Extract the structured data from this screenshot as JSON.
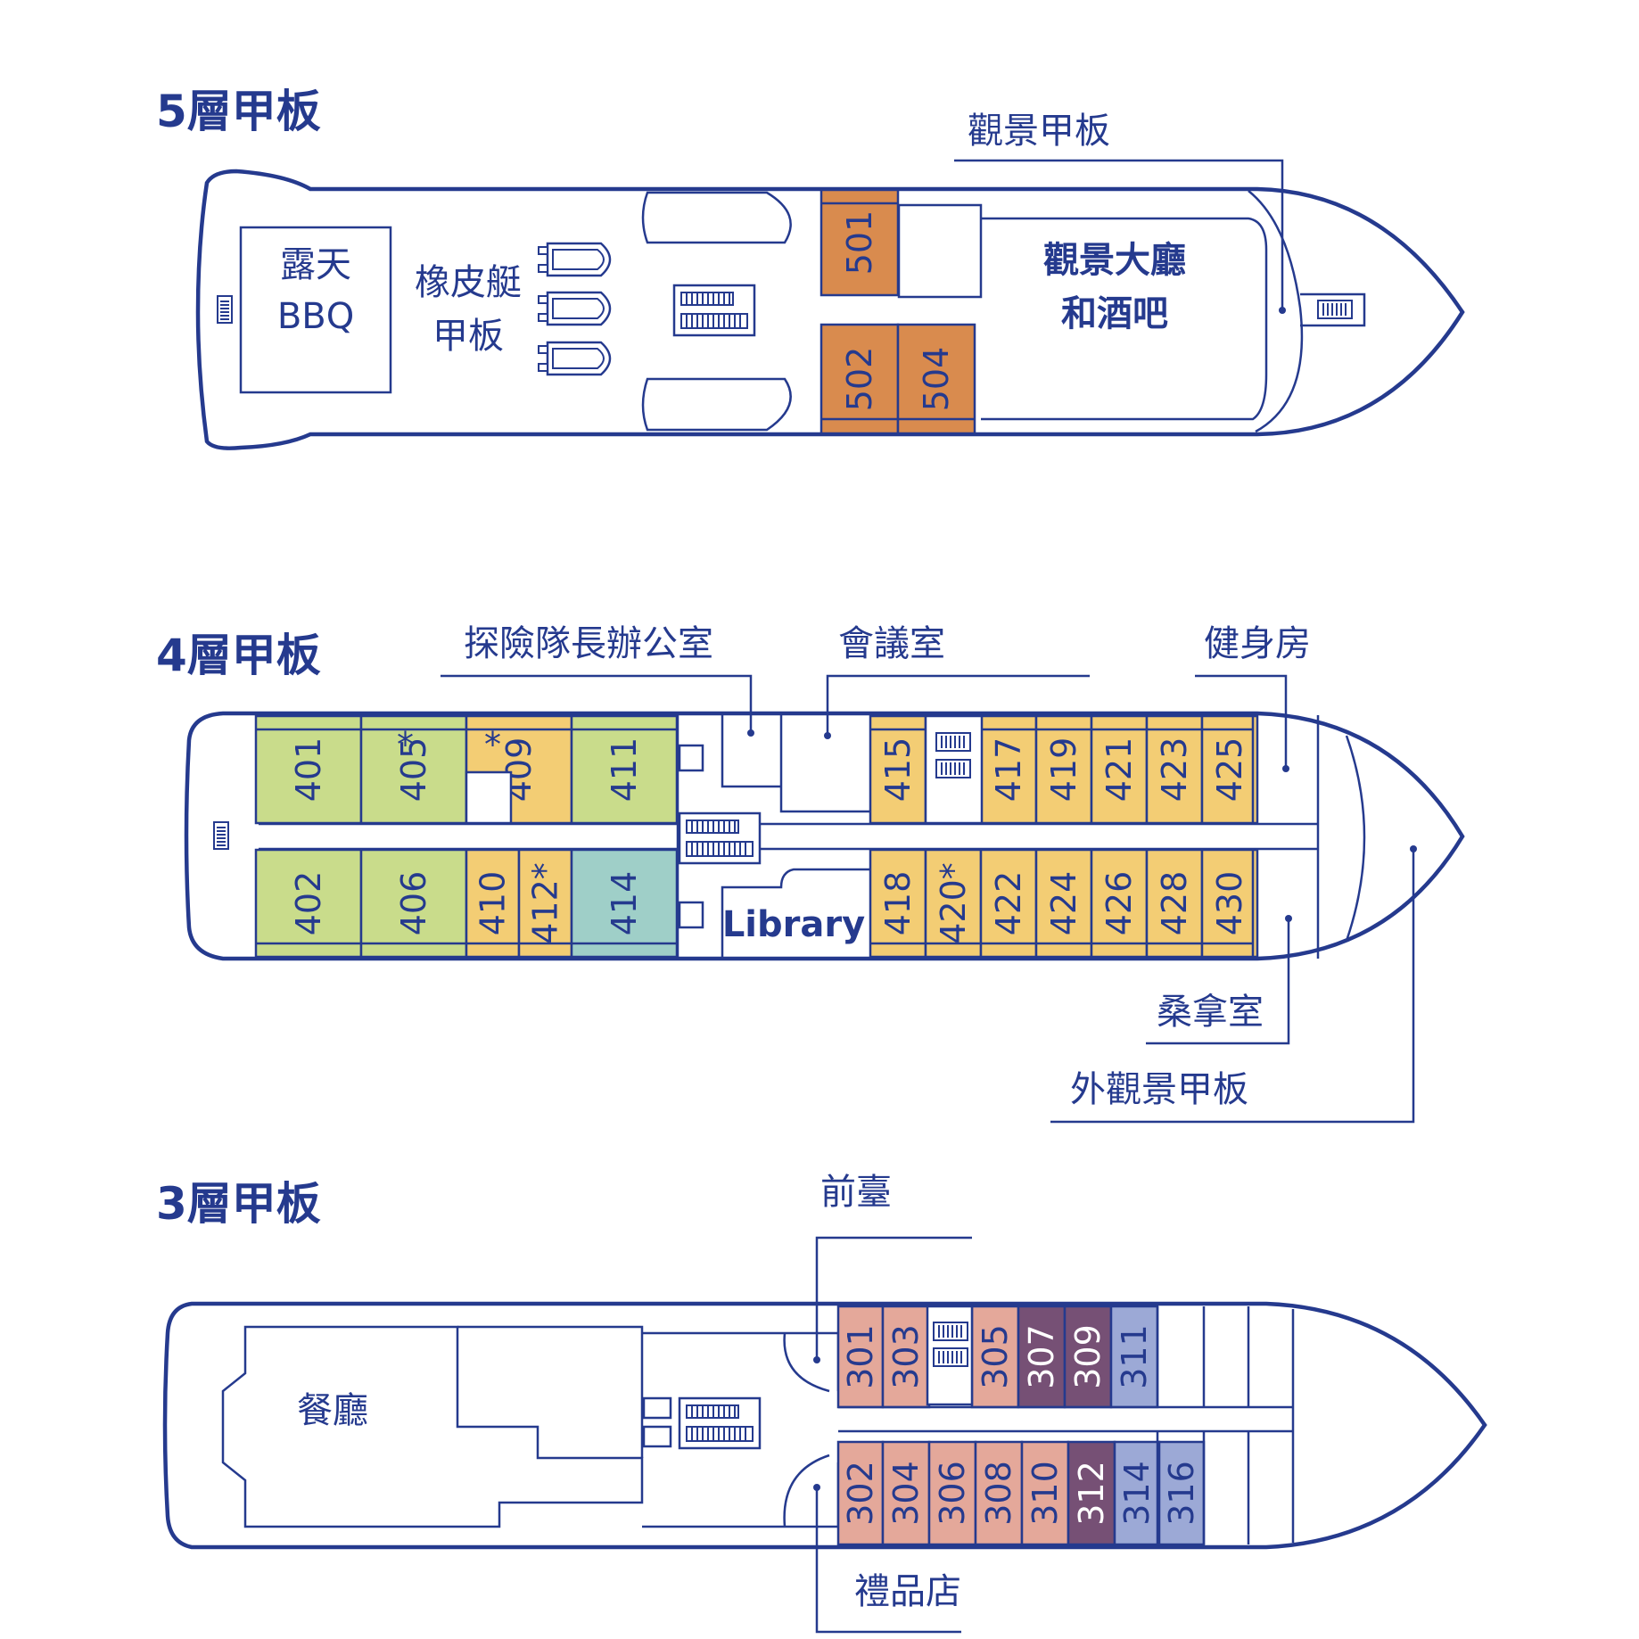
{
  "colors": {
    "navy": "#253a8e",
    "orange": "#d98b4e",
    "green": "#c9dc8b",
    "yellow": "#f3cd74",
    "teal": "#9fcfc8",
    "pink": "#e4a89a",
    "purple": "#765075",
    "blue": "#9ca9d6"
  },
  "icons": [
    "stairs-icon",
    "lifeboat-icon"
  ],
  "deck5": {
    "title": "5層甲板",
    "bbq_line1": "露天",
    "bbq_line2": "BBQ",
    "zodiac_line1": "橡皮艇",
    "zodiac_line2": "甲板",
    "lounge_line1": "觀景大廳",
    "lounge_line2": "和酒吧",
    "observation": "觀景甲板",
    "cabins": [
      {
        "num": "501",
        "color": "orange"
      },
      {
        "num": "502",
        "color": "orange"
      },
      {
        "num": "504",
        "color": "orange"
      }
    ]
  },
  "deck4": {
    "title": "4層甲板",
    "expedition_office": "探險隊長辦公室",
    "meeting_room": "會議室",
    "gym": "健身房",
    "sauna": "桑拿室",
    "outer_observation": "外觀景甲板",
    "library": "Library",
    "cabins_top": [
      {
        "num": "401",
        "color": "green"
      },
      {
        "num": "405",
        "star": "*",
        "color": "green"
      },
      {
        "num": "409",
        "star": "*",
        "color": "yellow"
      },
      {
        "num": "411",
        "color": "green"
      },
      {
        "num": "415",
        "color": "yellow"
      },
      {
        "num": "417",
        "color": "yellow"
      },
      {
        "num": "419",
        "color": "yellow"
      },
      {
        "num": "421",
        "color": "yellow"
      },
      {
        "num": "423",
        "color": "yellow"
      },
      {
        "num": "425",
        "color": "yellow"
      }
    ],
    "cabins_bottom": [
      {
        "num": "402",
        "color": "green"
      },
      {
        "num": "406",
        "color": "green"
      },
      {
        "num": "410",
        "color": "yellow"
      },
      {
        "num": "412*",
        "color": "yellow"
      },
      {
        "num": "414",
        "color": "teal"
      },
      {
        "num": "418",
        "color": "yellow"
      },
      {
        "num": "420*",
        "color": "yellow"
      },
      {
        "num": "422",
        "color": "yellow"
      },
      {
        "num": "424",
        "color": "yellow"
      },
      {
        "num": "426",
        "color": "yellow"
      },
      {
        "num": "428",
        "color": "yellow"
      },
      {
        "num": "430",
        "color": "yellow"
      }
    ]
  },
  "deck3": {
    "title": "3層甲板",
    "reception": "前臺",
    "restaurant": "餐廳",
    "gift_shop": "禮品店",
    "cabins_top": [
      {
        "num": "301",
        "color": "pink"
      },
      {
        "num": "303",
        "color": "pink"
      },
      {
        "num": "305",
        "color": "pink"
      },
      {
        "num": "307",
        "color": "purple"
      },
      {
        "num": "309",
        "color": "purple"
      },
      {
        "num": "311",
        "color": "blue"
      }
    ],
    "cabins_bottom": [
      {
        "num": "302",
        "color": "pink"
      },
      {
        "num": "304",
        "color": "pink"
      },
      {
        "num": "306",
        "color": "pink"
      },
      {
        "num": "308",
        "color": "pink"
      },
      {
        "num": "310",
        "color": "pink"
      },
      {
        "num": "312",
        "color": "purple"
      },
      {
        "num": "314",
        "color": "blue"
      },
      {
        "num": "316",
        "color": "blue"
      }
    ]
  }
}
